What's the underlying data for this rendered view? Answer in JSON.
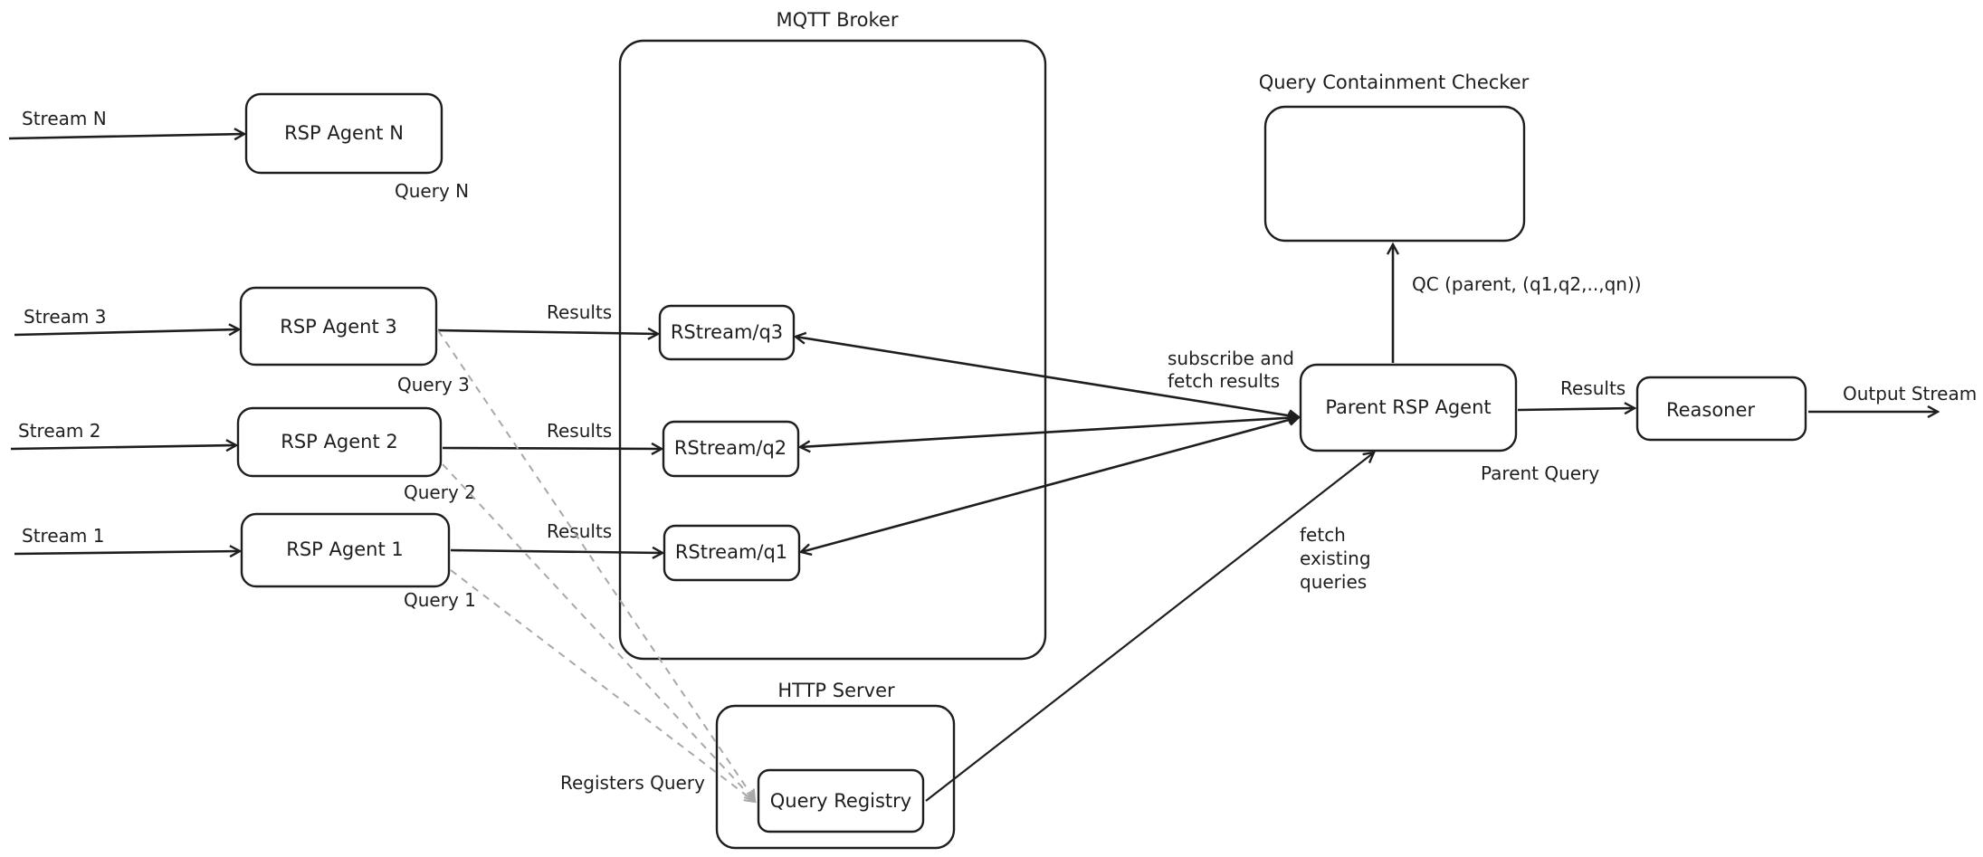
{
  "containers": {
    "mqtt_broker": "MQTT Broker",
    "http_server": "HTTP Server",
    "qc_checker": "Query Containment Checker"
  },
  "nodes": {
    "agent_n": "RSP Agent N",
    "agent_3": "RSP Agent 3",
    "agent_2": "RSP Agent 2",
    "agent_1": "RSP Agent 1",
    "rstream_q3": "RStream/q3",
    "rstream_q2": "RStream/q2",
    "rstream_q1": "RStream/q1",
    "parent_agent": "Parent RSP Agent",
    "reasoner": "Reasoner",
    "query_registry": "Query Registry"
  },
  "streams": {
    "stream_n": "Stream N",
    "stream_3": "Stream 3",
    "stream_2": "Stream 2",
    "stream_1": "Stream 1",
    "output": "Output Stream"
  },
  "queries": {
    "query_n": "Query N",
    "query_3": "Query 3",
    "query_2": "Query 2",
    "query_1": "Query 1",
    "parent": "Parent Query"
  },
  "edge_labels": {
    "results_3": "Results",
    "results_2": "Results",
    "results_1": "Results",
    "results_reasoner": "Results",
    "subscribe_line1": "subscribe and",
    "subscribe_line2": "fetch results",
    "qc_call": "QC (parent, (q1,q2,..,qn))",
    "fetch_line1": "fetch",
    "fetch_line2": "existing",
    "fetch_line3": "queries",
    "registers_query": "Registers Query"
  },
  "colors": {
    "stroke": "#1e1e1e",
    "dashed": "#a8a8a8",
    "background": "#ffffff"
  }
}
